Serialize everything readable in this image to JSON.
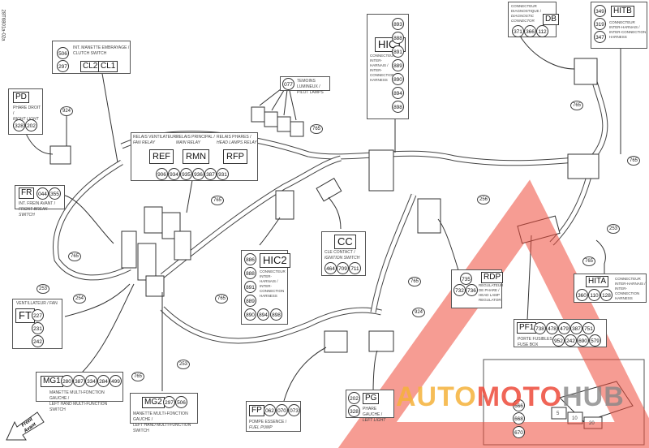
{
  "doc_id": "28T6801a-02a",
  "watermark": {
    "part1": "AUTO",
    "part2": "MOTO",
    "part3": "HUB",
    "colors": {
      "auto": "#f5b23a",
      "moto": "#ee4b3a",
      "hub": "#888888"
    }
  },
  "front_arrow": {
    "line1": "Front",
    "line2": "Avant"
  },
  "components": {
    "CL": {
      "codes": [
        "CL2",
        "CL1"
      ],
      "circles": [
        "506",
        "297"
      ],
      "label_fr": "INT. MANETTE EMBRAYAGE /",
      "label_en": "CLUTCH SWITCH"
    },
    "PD": {
      "code": "PD",
      "circles": [
        "328",
        "202"
      ],
      "label_fr": "PHARE DROIT /",
      "label_en": "RIGHT LIGHT"
    },
    "relays": {
      "items": [
        {
          "code": "REF",
          "label_fr": "RELAIS VENTILATEUR /",
          "label_en": "FAN RELAY"
        },
        {
          "code": "RMN",
          "label_fr": "RELAIS PRINCIPAL /",
          "label_en": "MAIN RELAY"
        },
        {
          "code": "RFP",
          "label_fr": "RELAIS PHARES /",
          "label_en": "HEAD LAMPS RELAY"
        }
      ],
      "circles": [
        "906",
        "934",
        "935",
        "936",
        "387",
        "931"
      ]
    },
    "pilot": {
      "circle": "077",
      "label_fr": "TEMOINS LUMINEUX /",
      "label_en": "PILOT LAMPS"
    },
    "HIC1": {
      "code": "HIC1",
      "circles": [
        "893",
        "888",
        "891",
        "889",
        "890",
        "894",
        "898"
      ],
      "label_fr": "CONNECTEUR INTER-HARNAIS /",
      "label_en": "INTER-CONNECTION HARNESS"
    },
    "DB": {
      "code": "DB",
      "circles": [
        "371",
        "366",
        "112"
      ],
      "label_fr": "CONNECTEUR DIAGNOSTIQUE /",
      "label_en": "DIAGNOSTIC CONNECTOR"
    },
    "HITB": {
      "code": "HITB",
      "circles": [
        "349",
        "319",
        "347"
      ],
      "label_fr": "CONNECTEUR INTER-HARNAIS /",
      "label_en": "INTER-CONNECTION HARNESS"
    },
    "FR": {
      "code": "FR",
      "circles": [
        "044",
        "355"
      ],
      "label_fr": "INT. FREIN AVANT /",
      "label_en": "FRONT BREAK SWITCH"
    },
    "FT": {
      "code": "FT",
      "circles": [
        "227",
        "231",
        "242"
      ],
      "label_fr": "VENTILLATEUR / FAN"
    },
    "HIC2": {
      "code": "HIC2",
      "circles": [
        "886",
        "888",
        "891",
        "889",
        "890",
        "894",
        "898"
      ],
      "label_fr": "CONNECTEUR INTER-HARNAIS /",
      "label_en": "INTER-CONNECTION HARNESS"
    },
    "CC": {
      "code": "CC",
      "circles": [
        "464",
        "709",
        "711"
      ],
      "label_fr": "CLE CONTACT /",
      "label_en": "IGNITION SWITCH"
    },
    "RDP": {
      "code": "RDP",
      "circles": [
        "735",
        "732",
        "736"
      ],
      "label_fr": "REGULATEUR DE PHARE /",
      "label_en": "HEAD LAMP REGULATOR"
    },
    "HITA": {
      "code": "HITA",
      "circles": [
        "360",
        "110",
        "128"
      ],
      "label_fr": "CONNECTEUR INTER-HARNAIS /",
      "label_en": "INTER-CONNECTION HARNESS"
    },
    "PF1": {
      "code": "PF1",
      "circles_row1": [
        "738",
        "478",
        "479",
        "387",
        "751"
      ],
      "circles_row2": [
        "952",
        "242",
        "690",
        "579"
      ],
      "label_fr": "PORTE FUSIBLES /",
      "label_en": "FUSE BOX"
    },
    "MG1": {
      "code": "MG1",
      "circles": [
        "280",
        "387",
        "334",
        "284",
        "499"
      ],
      "label_fr": "MANETTE MULTI-FONCTION GAUCHE /",
      "label_en": "LEFT HAND MULTI-FUNCTION SWITCH"
    },
    "MG2": {
      "code": "MG2",
      "circles": [
        "297",
        "506"
      ],
      "label_fr": "MANETTE MULTI-FONCTION GAUCHE /",
      "label_en": "LEFT HAND MULTI-FUNCTION SWITCH"
    },
    "FP": {
      "code": "FP",
      "circles": [
        "062",
        "070",
        "073"
      ],
      "label_fr": "POMPE ESSENCE /",
      "label_en": "FUEL PUMP"
    },
    "PG": {
      "code": "PG",
      "circles": [
        "202",
        "328"
      ],
      "label_fr": "PHARE GAUCHE /",
      "label_en": "LEFT LIGHT"
    },
    "fuses": {
      "circles": [
        "666",
        "668",
        "670"
      ],
      "ratings": [
        "5",
        "10",
        "20"
      ]
    }
  },
  "callouts": {
    "c924a": "924",
    "c924b": "924",
    "c765a": "765",
    "c765b": "765",
    "c765c": "765",
    "c765d": "765",
    "c765e": "765",
    "c765f": "765",
    "c765g": "765",
    "c765h": "765",
    "c765i": "765",
    "c253a": "253",
    "c253b": "253",
    "c253c": "253",
    "c254": "254",
    "c256": "256"
  }
}
